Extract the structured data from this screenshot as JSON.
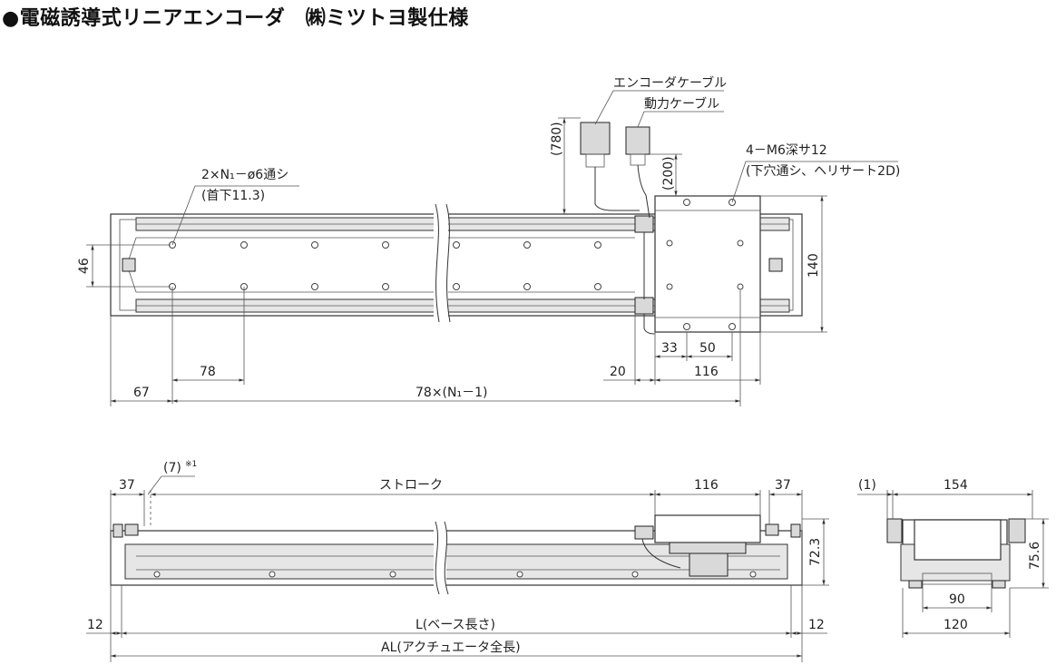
{
  "title": "●電磁誘導式リニアエンコーダ　㈱ミツトヨ製仕様",
  "top_view": {
    "encoder_cable": "エンコーダケーブル",
    "power_cable": "動力ケーブル",
    "cable_780": "(780)",
    "cable_200": "(200)",
    "holes_note": "2×N₁－ø6通シ",
    "holes_note2": "(首下11.3)",
    "tap_note": "4－M6深サ12",
    "tap_note2": "(下穴通シ、ヘリサート2D)",
    "dim_46": "46",
    "dim_140": "140",
    "dim_78": "78",
    "dim_67": "67",
    "dim_pitch": "78×(N₁－1)",
    "dim_20": "20",
    "dim_33": "33",
    "dim_50": "50",
    "dim_116": "116"
  },
  "front_view": {
    "dim_37_left": "37",
    "dim_7": "(7)",
    "note_mark": "※1",
    "stroke": "ストローク",
    "dim_116": "116",
    "dim_37_right": "37",
    "dim_72_3": "72.3",
    "dim_12_left": "12",
    "dim_L": "L(ベース長さ)",
    "dim_12_right": "12",
    "dim_AL": "AL(アクチュエータ全長)"
  },
  "side_view": {
    "dim_1": "(1)",
    "dim_154": "154",
    "dim_75_6": "75.6",
    "dim_90": "90",
    "dim_120": "120"
  }
}
